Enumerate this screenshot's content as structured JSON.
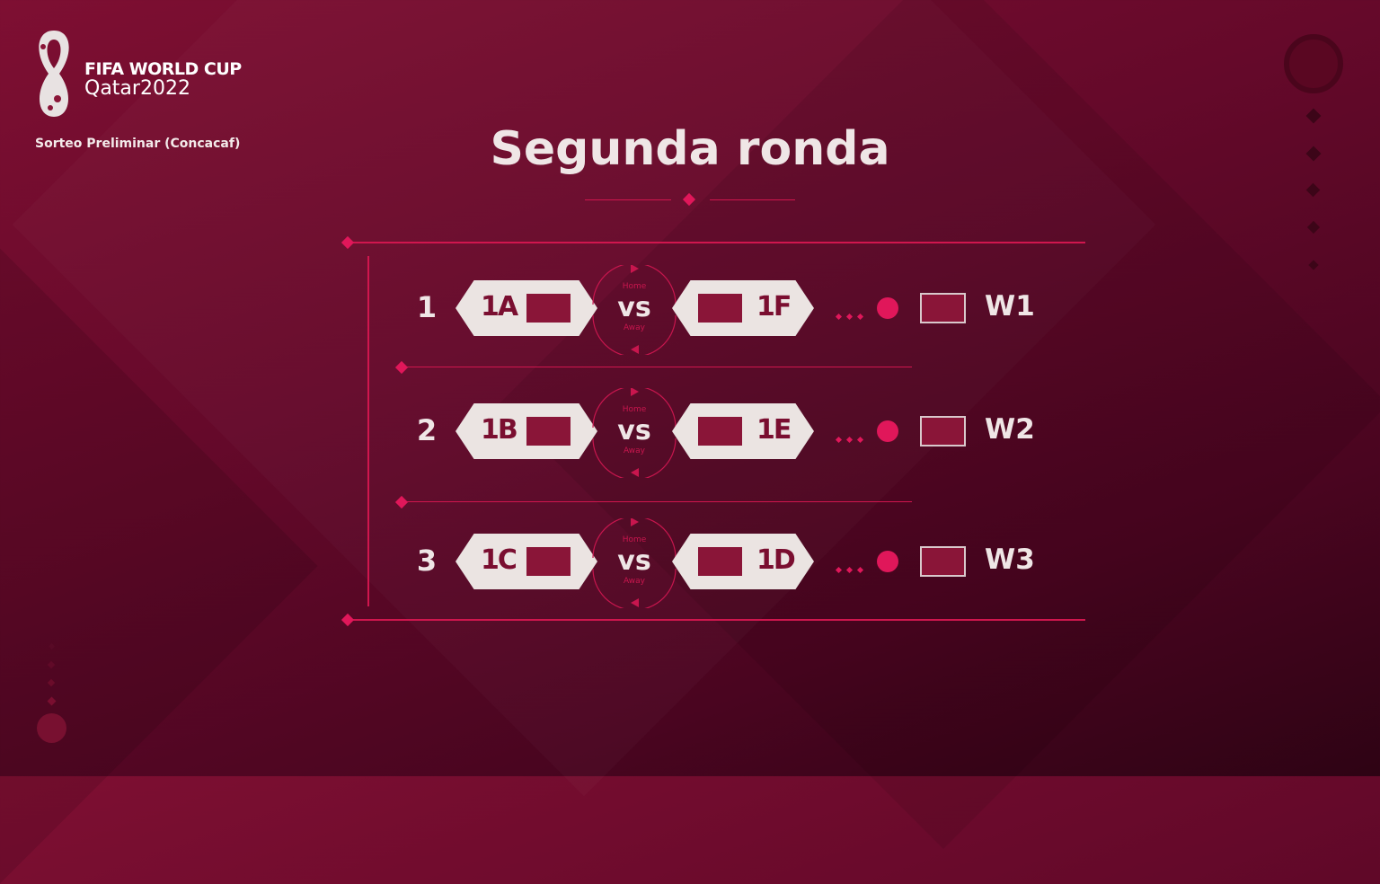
{
  "logo": {
    "line1": "FIFA WORLD CUP",
    "line2": "Qatar2022"
  },
  "subtitle": "Sorteo Preliminar (Concacaf)",
  "title": "Segunda ronda",
  "labels": {
    "vs": "vs",
    "home": "Home",
    "away": "Away"
  },
  "matches": [
    {
      "number": "1",
      "home": "1A",
      "away": "1F",
      "winner": "W1"
    },
    {
      "number": "2",
      "home": "1B",
      "away": "1E",
      "winner": "W2"
    },
    {
      "number": "3",
      "home": "1C",
      "away": "1D",
      "winner": "W3"
    }
  ],
  "colors": {
    "accent": "#e0175a",
    "flag": "#8a1538",
    "card": "#ebe4e2"
  }
}
